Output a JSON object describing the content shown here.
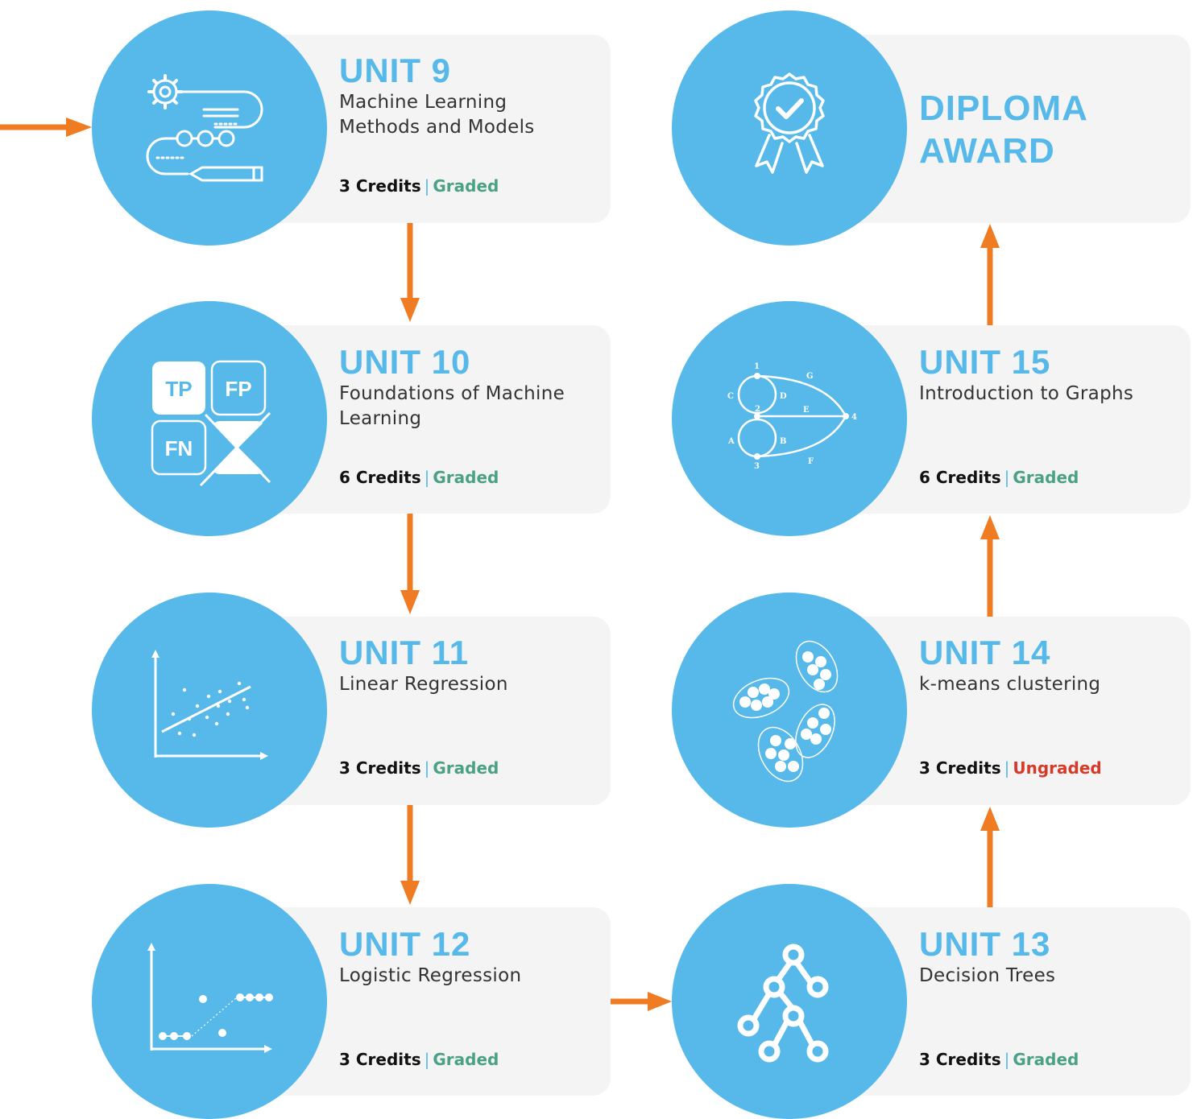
{
  "units": [
    {
      "key": "u9",
      "title": "UNIT 9",
      "subtitle_lines": [
        "Machine Learning",
        "Methods and Models"
      ],
      "credits": "3 Credits",
      "status": "Graded"
    },
    {
      "key": "u10",
      "title": "UNIT 10",
      "subtitle_lines": [
        "Foundations of Machine",
        "Learning"
      ],
      "credits": "6 Credits",
      "status": "Graded"
    },
    {
      "key": "u11",
      "title": "UNIT 11",
      "subtitle_lines": [
        "Linear Regression"
      ],
      "credits": "3 Credits",
      "status": "Graded"
    },
    {
      "key": "u12",
      "title": "UNIT 12",
      "subtitle_lines": [
        "Logistic Regression"
      ],
      "credits": "3 Credits",
      "status": "Graded"
    },
    {
      "key": "u13",
      "title": "UNIT 13",
      "subtitle_lines": [
        "Decision Trees"
      ],
      "credits": "3 Credits",
      "status": "Graded"
    },
    {
      "key": "u14",
      "title": "UNIT 14",
      "subtitle_lines": [
        "k-means clustering"
      ],
      "credits": "3 Credits",
      "status": "Ungraded"
    },
    {
      "key": "u15",
      "title": "UNIT 15",
      "subtitle_lines": [
        "Introduction to Graphs"
      ],
      "credits": "6 Credits",
      "status": "Graded"
    }
  ],
  "diploma": {
    "lines": [
      "DIPLOMA",
      "AWARD"
    ]
  },
  "separator": "|",
  "icon_labels": {
    "confusion": [
      "TP",
      "FP",
      "FN"
    ],
    "graph_nodes": [
      "1",
      "2",
      "3",
      "4"
    ],
    "graph_edges": [
      "A",
      "B",
      "C",
      "D",
      "E",
      "F",
      "G"
    ]
  },
  "icons": {
    "u9": "workflow-icon",
    "u10": "confusion-matrix-icon",
    "u11": "linear-regression-icon",
    "u12": "logistic-regression-icon",
    "u13": "decision-tree-icon",
    "u14": "clusters-icon",
    "u15": "graph-icon",
    "diploma": "award-badge-icon"
  },
  "colors": {
    "accent_blue": "#56b9ea",
    "arrow_orange": "#ef7b22",
    "graded_green": "#4aa186",
    "ungraded_red": "#d63b2a",
    "card_bg": "#f4f4f4"
  }
}
